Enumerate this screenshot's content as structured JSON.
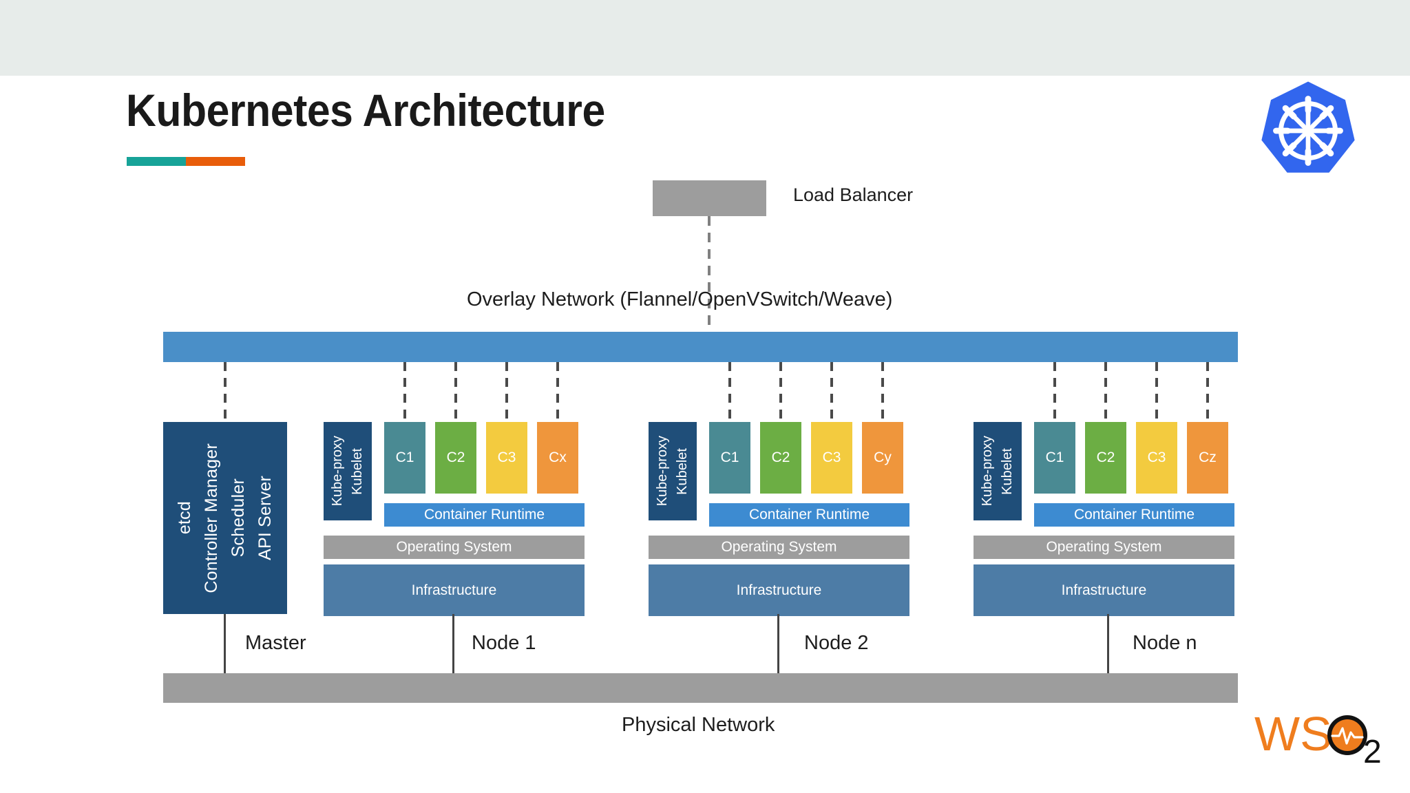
{
  "page": {
    "title": "Kubernetes Architecture",
    "background_color": "#ffffff",
    "top_band_color": "#e7ecea"
  },
  "accent": {
    "teal": "#17a398",
    "orange": "#e85d0a"
  },
  "logos": {
    "kubernetes": {
      "name": "kubernetes-logo",
      "color": "#3266ee"
    },
    "wso2": {
      "name": "wso2-logo",
      "word_part": "WS",
      "subscript": "2",
      "orange": "#ef7d1e",
      "black": "#121212"
    }
  },
  "load_balancer": {
    "label": "Load Balancer",
    "box_color": "#9d9d9d"
  },
  "overlay_network": {
    "label": "Overlay Network (Flannel/OpenVSwitch/Weave)",
    "bar_color": "#4a8fc8"
  },
  "master": {
    "zone_label": "Master",
    "box_color": "#1f4e79",
    "components": [
      "API Server",
      "Scheduler",
      "Controller Manager",
      "etcd"
    ]
  },
  "nodes": [
    {
      "zone_label": "Node 1",
      "kube_labels": [
        "Kubelet",
        "Kube-proxy"
      ],
      "containers": [
        {
          "label": "C1",
          "color": "#4a8a93"
        },
        {
          "label": "C2",
          "color": "#6cae44"
        },
        {
          "label": "C3",
          "color": "#f3cb3f"
        },
        {
          "label": "Cx",
          "color": "#ef963c"
        }
      ],
      "runtime_label": "Container Runtime",
      "os_label": "Operating System",
      "infra_label": "Infrastructure"
    },
    {
      "zone_label": "Node 2",
      "kube_labels": [
        "Kubelet",
        "Kube-proxy"
      ],
      "containers": [
        {
          "label": "C1",
          "color": "#4a8a93"
        },
        {
          "label": "C2",
          "color": "#6cae44"
        },
        {
          "label": "C3",
          "color": "#f3cb3f"
        },
        {
          "label": "Cy",
          "color": "#ef963c"
        }
      ],
      "runtime_label": "Container Runtime",
      "os_label": "Operating System",
      "infra_label": "Infrastructure"
    },
    {
      "zone_label": "Node n",
      "kube_labels": [
        "Kubelet",
        "Kube-proxy"
      ],
      "containers": [
        {
          "label": "C1",
          "color": "#4a8a93"
        },
        {
          "label": "C2",
          "color": "#6cae44"
        },
        {
          "label": "C3",
          "color": "#f3cb3f"
        },
        {
          "label": "Cz",
          "color": "#ef963c"
        }
      ],
      "runtime_label": "Container Runtime",
      "os_label": "Operating System",
      "infra_label": "Infrastructure"
    }
  ],
  "physical_network": {
    "label": "Physical Network",
    "bar_color": "#9d9d9d"
  }
}
